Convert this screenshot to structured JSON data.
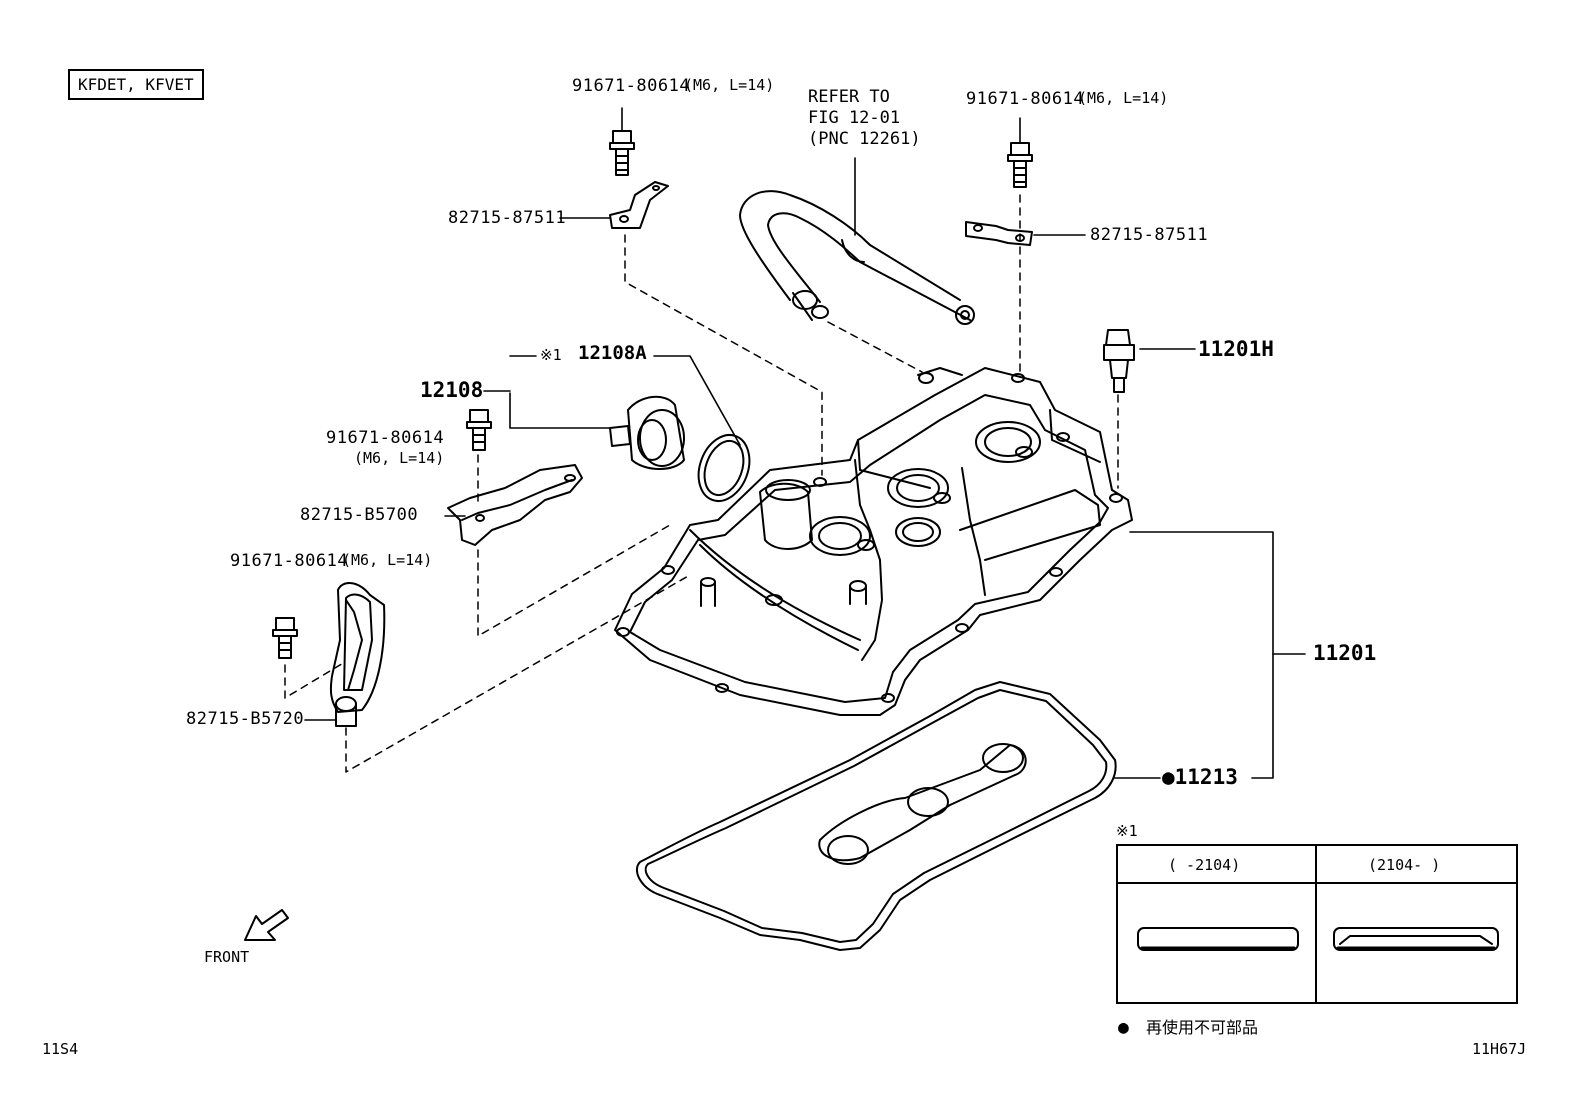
{
  "engine_box": "KFDET, KFVET",
  "labels": {
    "bolt_top_left": "91671-80614",
    "bolt_top_left_spec": "(M6, L=14)",
    "bracket_top_left": "82715-87511",
    "refer_line1": "REFER TO",
    "refer_line2": "FIG 12-01",
    "refer_line3": "(PNC 12261)",
    "bolt_top_right": "91671-80614",
    "bolt_top_right_spec": "(M6, L=14)",
    "bracket_top_right": "82715-87511",
    "cap_bolt": "11201H",
    "gasket_mark": "※1",
    "gasket_part": "12108A",
    "cap_assy": "12108",
    "bolt_mid": "91671-80614",
    "bolt_mid_spec": "(M6, L=14)",
    "bracket_mid": "82715-B5700",
    "bolt_low": "91671-80614",
    "bolt_low_spec": "(M6, L=14)",
    "bracket_low": "82715-B5720",
    "cover_assy": "11201",
    "cover_gasket": "●11213",
    "front": "FRONT",
    "footer_left": "11S4",
    "footer_right": "11H67J"
  },
  "note_table": {
    "mark": "※1",
    "col1": "(      -2104)",
    "col2": "(2104-      )"
  },
  "legend": {
    "symbol": "●",
    "text": "再使用不可部品"
  }
}
